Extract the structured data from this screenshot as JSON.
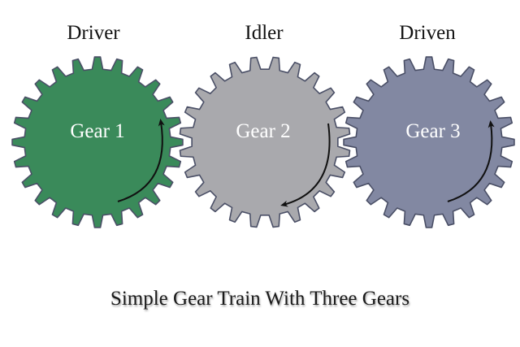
{
  "gears": [
    {
      "role": "Driver",
      "label": "Gear 1",
      "color": "#3a8a5a",
      "direction": "counterclockwise"
    },
    {
      "role": "Idler",
      "label": "Gear 2",
      "color": "#a9a9ad",
      "direction": "clockwise"
    },
    {
      "role": "Driven",
      "label": "Gear 3",
      "color": "#8288a2",
      "direction": "counterclockwise"
    }
  ],
  "caption": "Simple Gear Train With Three Gears",
  "colors": {
    "outline": "#4a4f66",
    "arrow": "#111111",
    "text_on_gear": "#ffffff"
  }
}
